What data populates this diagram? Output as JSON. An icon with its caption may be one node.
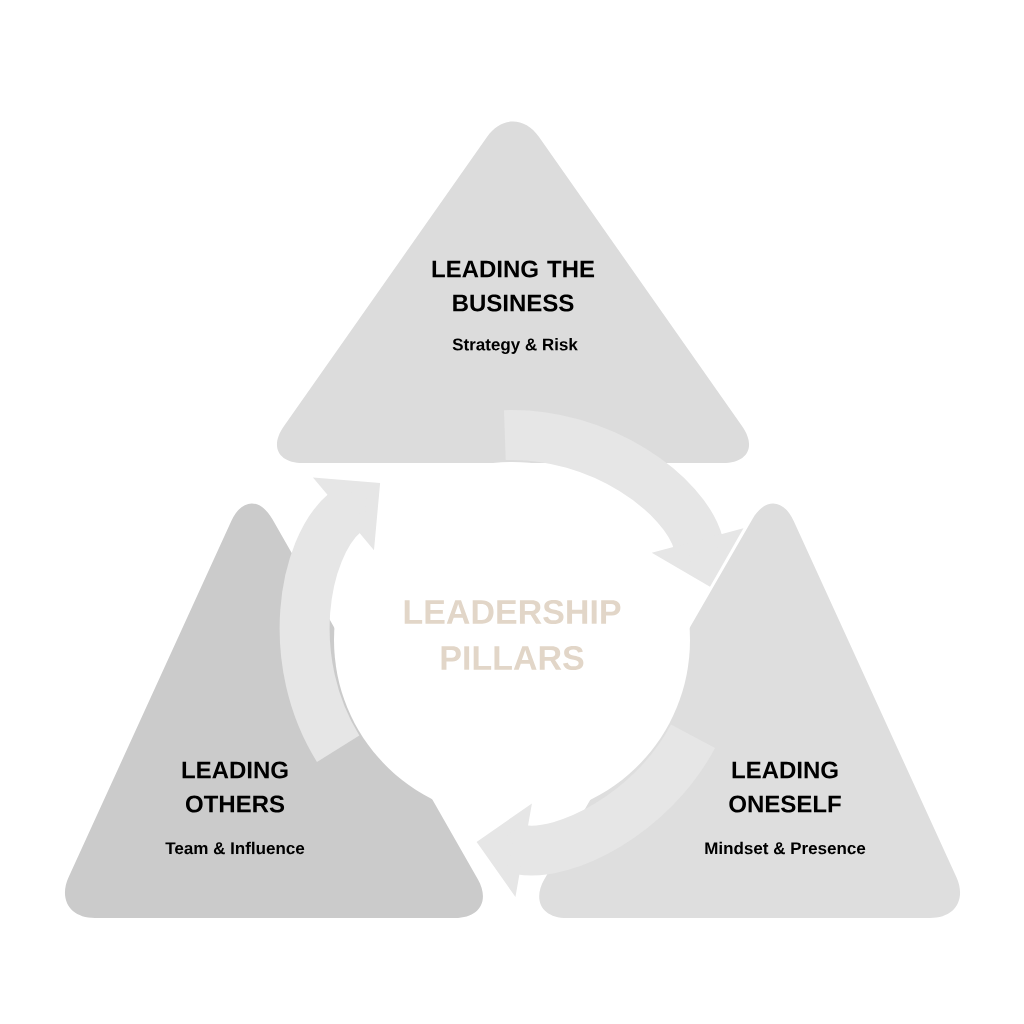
{
  "diagram": {
    "nodes": [
      {
        "text": [
          "LEADING THE BUSINESS",
          "Strategy & Risk"
        ]
      },
      {
        "text": [
          "LEADING OTHERS",
          "Team & Influence"
        ]
      },
      {
        "text": [
          "LEADING ONESELF",
          "Mindset & Presence"
        ]
      }
    ],
    "edges": [
      {
        "from": 0,
        "to": 2,
        "arrow": "to"
      },
      {
        "from": 2,
        "to": 1,
        "arrow": "to"
      },
      {
        "from": 1,
        "to": 0,
        "arrow": "to"
      }
    ],
    "labels": [
      "LEADERSHIP PILLARS"
    ]
  }
}
